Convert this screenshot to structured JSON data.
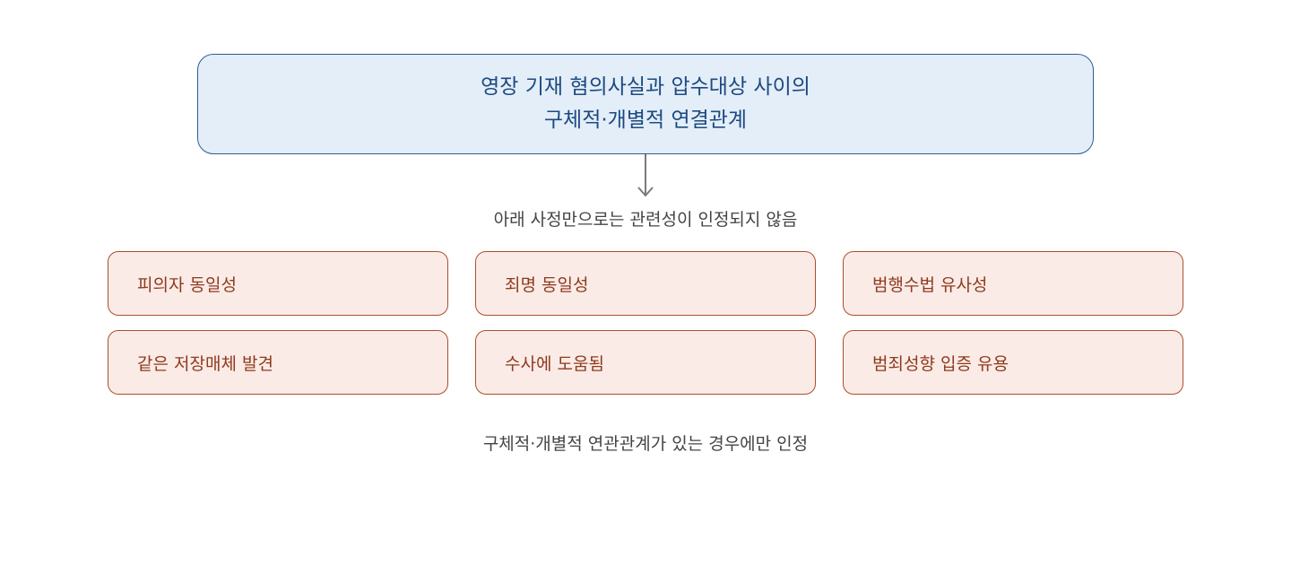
{
  "top_box": {
    "line1": "영장 기재 혐의사실과 압수대상 사이의",
    "line2": "구체적·개별적 연결관계"
  },
  "middle_note": "아래 사정만으로는 관련성이 인정되지 않음",
  "items": [
    "피의자 동일성",
    "죄명 동일성",
    "범행수법 유사성",
    "같은 저장매체 발견",
    "수사에 도움됨",
    "범죄성향 입증 유용"
  ],
  "bottom_note": "구체적·개별적 연관관계가 있는 경우에만 인정",
  "colors": {
    "top_fill": "#e3eef9",
    "top_border": "#2f5d8e",
    "top_text": "#1d4a80",
    "item_fill": "#faebe6",
    "item_border": "#a8502e",
    "item_text": "#8e3a1e",
    "note_text": "#444444",
    "arrow": "#7a7a7a"
  }
}
